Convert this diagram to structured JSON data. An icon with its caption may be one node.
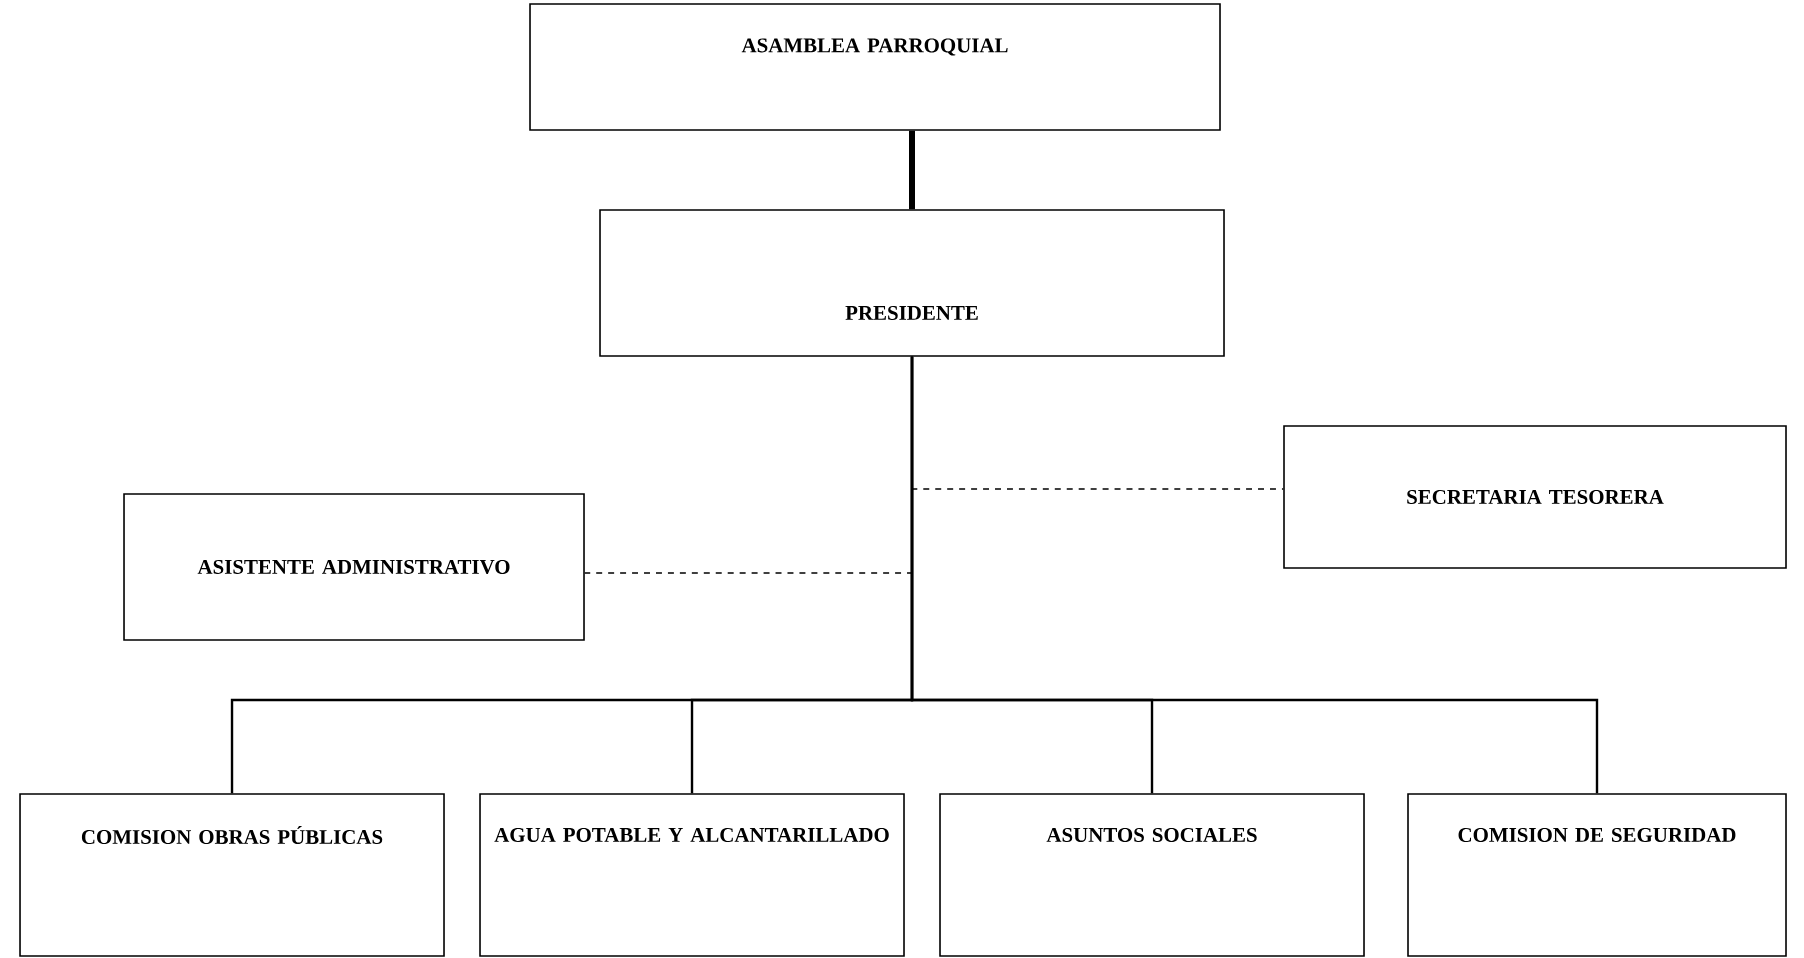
{
  "diagram": {
    "nodes": [
      {
        "text": [
          "ASAMBLEA PARROQUIAL"
        ]
      },
      {
        "text": [
          "PRESIDENTE"
        ]
      },
      {
        "text": [
          "ASISTENTE ADMINISTRATIVO"
        ]
      },
      {
        "text": [
          "SECRETARIA TESORERA"
        ]
      },
      {
        "text": [
          "COMISION OBRAS PÚBLICAS"
        ]
      },
      {
        "text": [
          "AGUA POTABLE Y ALCANTARILLADO"
        ]
      },
      {
        "text": [
          "ASUNTOS SOCIALES"
        ]
      },
      {
        "text": [
          "COMISION DE SEGURIDAD"
        ]
      }
    ],
    "edges": [
      {
        "from": 0,
        "to": 1,
        "arrow": "none",
        "style": "thick"
      },
      {
        "from": 1,
        "to": 2,
        "arrow": "none",
        "style": "dashed"
      },
      {
        "from": 1,
        "to": 3,
        "arrow": "none",
        "style": "dashed"
      },
      {
        "from": 1,
        "to": 4,
        "arrow": "none"
      },
      {
        "from": 1,
        "to": 5,
        "arrow": "none"
      },
      {
        "from": 1,
        "to": 6,
        "arrow": "none"
      },
      {
        "from": 1,
        "to": 7,
        "arrow": "none"
      }
    ]
  }
}
